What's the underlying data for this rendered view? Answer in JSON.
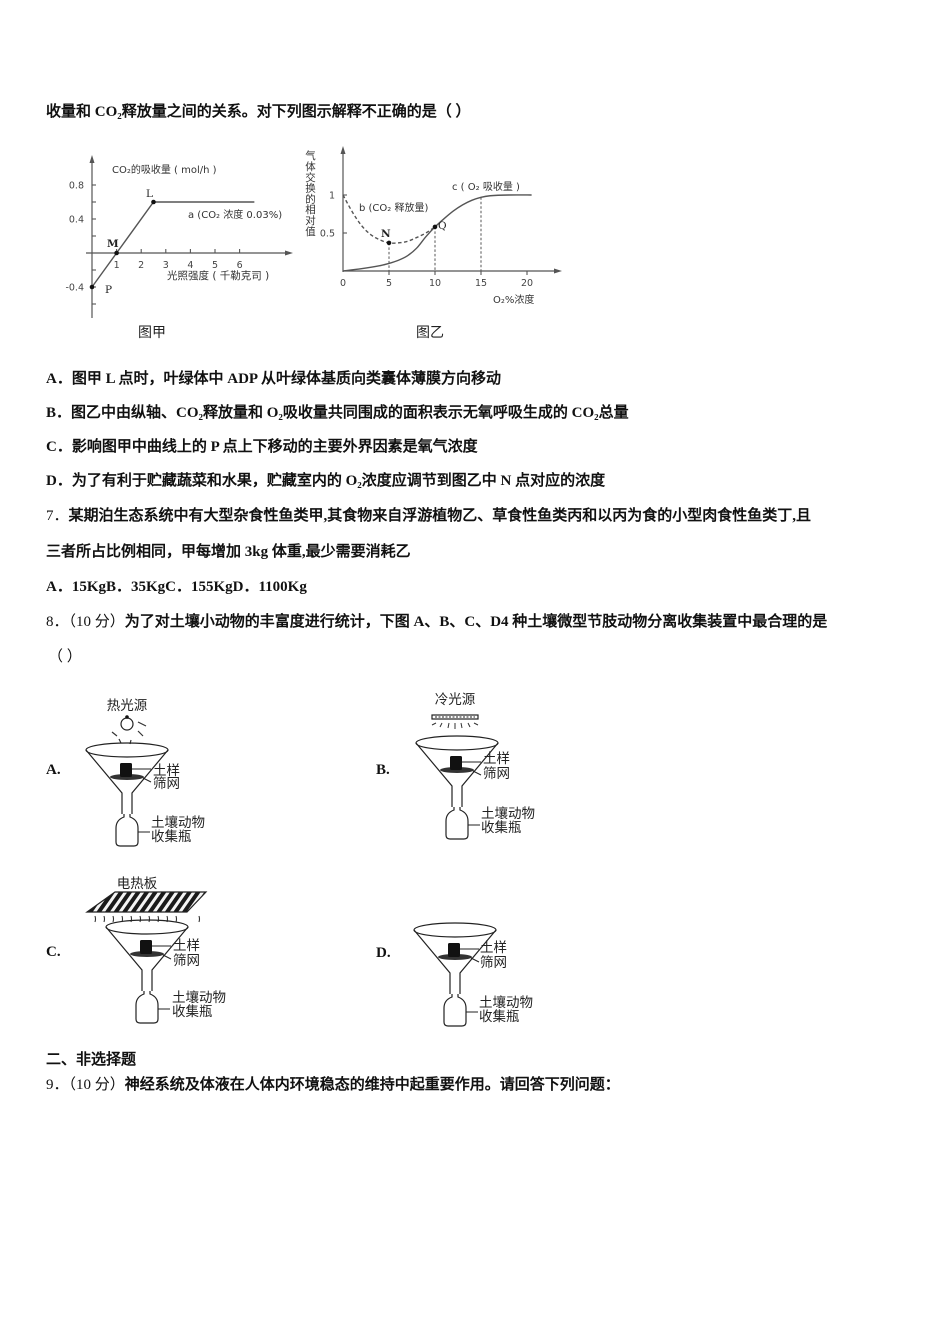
{
  "q6": {
    "stem": "收量和 CO₂释放量之间的关系。对下列图示解释不正确的是（ ）",
    "options": [
      {
        "label": "A．",
        "text": "图甲 L 点时，叶绿体中 ADP 从叶绿体基质向类囊体薄膜方向移动"
      },
      {
        "label": "B．",
        "text": "图乙中由纵轴、CO₂释放量和 O₂吸收量共同围成的面积表示无氧呼吸生成的 CO₂总量"
      },
      {
        "label": "C．",
        "text": "影响图甲中曲线上的 P 点上下移动的主要外界因素是氧气浓度"
      },
      {
        "label": "D．",
        "text": "为了有利于贮藏蔬菜和水果，贮藏室内的 O₂浓度应调节到图乙中 N 点对应的浓度"
      }
    ]
  },
  "q7": {
    "number": "7．",
    "line1": "某期泊生态系统中有大型杂食性鱼类甲,其食物来自浮游植物乙、草食性鱼类丙和以丙为食的小型肉食性鱼类丁,且",
    "line2": "三者所占比例相同，甲每增加 3kg 体重,最少需要消耗乙",
    "answers": "A．15KgB．35KgC．155KgD．1100Kg"
  },
  "q8": {
    "number": "8．",
    "score": "（10 分）",
    "text": "为了对土壤小动物的丰富度进行统计，下图 A、B、C、D4 种土壤微型节肢动物分离收集装置中最合理的是",
    "blank": "（ ）",
    "figures": [
      {
        "label": "A.",
        "source": "热光源",
        "soil": "土样",
        "mesh": "筛网",
        "bottle_line1": "土壤动物",
        "bottle_line2": "收集瓶"
      },
      {
        "label": "B.",
        "source": "冷光源",
        "soil": "土样",
        "mesh": "筛网",
        "bottle_line1": "土壤动物",
        "bottle_line2": "收集瓶"
      },
      {
        "label": "C.",
        "source": "电热板",
        "soil": "土样",
        "mesh": "筛网",
        "bottle_line1": "土壤动物",
        "bottle_line2": "收集瓶"
      },
      {
        "label": "D.",
        "soil": "土样",
        "mesh": "筛网",
        "bottle_line1": "土壤动物",
        "bottle_line2": "收集瓶"
      }
    ]
  },
  "section2": {
    "title": "二、非选择题"
  },
  "q9": {
    "number": "9．",
    "score": "（10 分）",
    "text": "神经系统及体液在人体内环境稳态的维持中起重要作用。请回答下列问题："
  },
  "chart_data": [
    {
      "type": "line",
      "title": "图甲",
      "ylabel": "CO₂的吸收量 ( mol/h )",
      "xlabel": "光照强度 ( 千勒克司 )",
      "xlim": [
        0,
        7
      ],
      "ylim": [
        -0.8,
        0.9
      ],
      "grid": false,
      "x_ticks": [
        1,
        2,
        3,
        4,
        5,
        6
      ],
      "y_ticks": [
        -0.6,
        -0.4,
        -0.2,
        0.2,
        0.4,
        0.6,
        0.8
      ],
      "x_tick_labels": [
        {
          "value": 1,
          "label": "1"
        },
        {
          "value": 2,
          "label": "2"
        },
        {
          "value": 3,
          "label": "3"
        },
        {
          "value": 4,
          "label": "4"
        },
        {
          "value": 5,
          "label": "5"
        },
        {
          "value": 6,
          "label": "6"
        }
      ],
      "y_tick_labels": [
        {
          "value": 0.8,
          "label": "0.8"
        },
        {
          "value": 0.4,
          "label": "0.4"
        },
        {
          "value": -0.4,
          "label": "-0.4"
        }
      ],
      "series": [
        {
          "name": "a (CO₂ 浓度 0.03%)",
          "style": "solid",
          "smooth": false,
          "x": [
            0,
            1,
            2.5,
            6.6
          ],
          "y": [
            -0.4,
            0,
            0.6,
            0.6
          ]
        }
      ],
      "points": [
        {
          "label": "P",
          "x": 0,
          "y": -0.4
        },
        {
          "label": "M",
          "x": 1,
          "y": 0
        },
        {
          "label": "L",
          "x": 2.5,
          "y": 0.6
        }
      ]
    },
    {
      "type": "line",
      "title": "图乙",
      "ylabel": "气体交换的相对值",
      "xlabel": "O₂%浓度",
      "xlim": [
        0,
        23
      ],
      "ylim": [
        0,
        1.5
      ],
      "grid": false,
      "x_ticks": [
        5,
        10,
        15,
        20
      ],
      "y_ticks": [
        0.5,
        1
      ],
      "x_tick_labels": [
        {
          "value": 0,
          "label": "0"
        },
        {
          "value": 5,
          "label": "5"
        },
        {
          "value": 10,
          "label": "10"
        },
        {
          "value": 15,
          "label": "15"
        },
        {
          "value": 20,
          "label": "20"
        }
      ],
      "y_tick_labels": [
        {
          "value": 1,
          "label": "1"
        },
        {
          "value": 0.5,
          "label": "0.5"
        }
      ],
      "series": [
        {
          "name": "b (CO₂ 释放量)",
          "style": "dashed",
          "smooth": true,
          "x": [
            0,
            1,
            2,
            3,
            4,
            5,
            6,
            7,
            8,
            9,
            10
          ],
          "y": [
            1.0,
            0.78,
            0.6,
            0.48,
            0.41,
            0.37,
            0.37,
            0.39,
            0.44,
            0.5,
            0.58
          ]
        },
        {
          "name": "c ( O₂ 吸收量 )",
          "style": "solid",
          "smooth": true,
          "x": [
            0,
            2,
            4,
            5,
            6,
            7,
            8,
            9,
            10,
            11,
            12,
            13,
            14,
            15,
            16,
            18,
            20.5
          ],
          "y": [
            0,
            0.03,
            0.07,
            0.1,
            0.14,
            0.2,
            0.3,
            0.45,
            0.58,
            0.69,
            0.79,
            0.87,
            0.93,
            0.97,
            0.99,
            1.0,
            1.0
          ]
        }
      ],
      "points": [
        {
          "label": "N",
          "x": 5,
          "y": 0.37
        },
        {
          "label": "Q",
          "x": 10,
          "y": 0.58
        }
      ],
      "reference_lines": [
        {
          "x": 5,
          "y": 0.37
        },
        {
          "x": 10,
          "y": 0.58
        },
        {
          "x": 15,
          "y": 0.97
        }
      ]
    }
  ]
}
